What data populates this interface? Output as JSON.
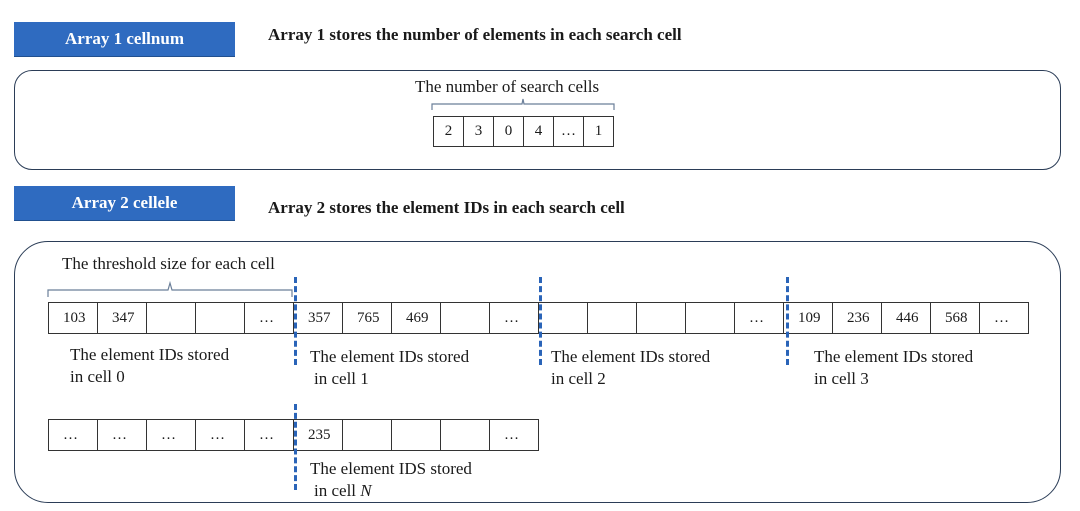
{
  "array1": {
    "tag": "Array 1 cellnum",
    "description": "Array 1 stores the number of elements in each search cell",
    "brace_label": "The number of  search cells",
    "cells": [
      "2",
      "3",
      "0",
      "4",
      "…",
      "1"
    ]
  },
  "array2": {
    "tag": "Array 2 cellele",
    "description": "Array 2 stores the element IDs in each search cell",
    "threshold_label": "The threshold size for each cell",
    "row1": [
      "103",
      "347",
      "",
      "",
      "…",
      "357",
      "765",
      "469",
      "",
      "…",
      "",
      "",
      "",
      "",
      "…",
      "109",
      "236",
      "446",
      "568",
      "…"
    ],
    "row2": [
      "…",
      "…",
      "…",
      "…",
      "…",
      "235",
      "",
      "",
      "",
      "…"
    ],
    "captions": {
      "cell0": {
        "line1": "The element IDs stored",
        "line2": "in cell 0"
      },
      "cell1": {
        "line1": "The element IDs stored",
        "line2": "in cell 1"
      },
      "cell2": {
        "line1": "The element IDs stored",
        "line2": "in cell 2"
      },
      "cell3": {
        "line1": "The element IDs stored",
        "line2": "in cell 3"
      },
      "cellN": {
        "line1": "The element IDS stored",
        "line2_prefix": "in cell ",
        "line2_italic": "N"
      }
    }
  },
  "colors": {
    "tag_fill": "#2f6bc0",
    "divider": "#2a64b8",
    "panel_border": "#2b3d57"
  }
}
